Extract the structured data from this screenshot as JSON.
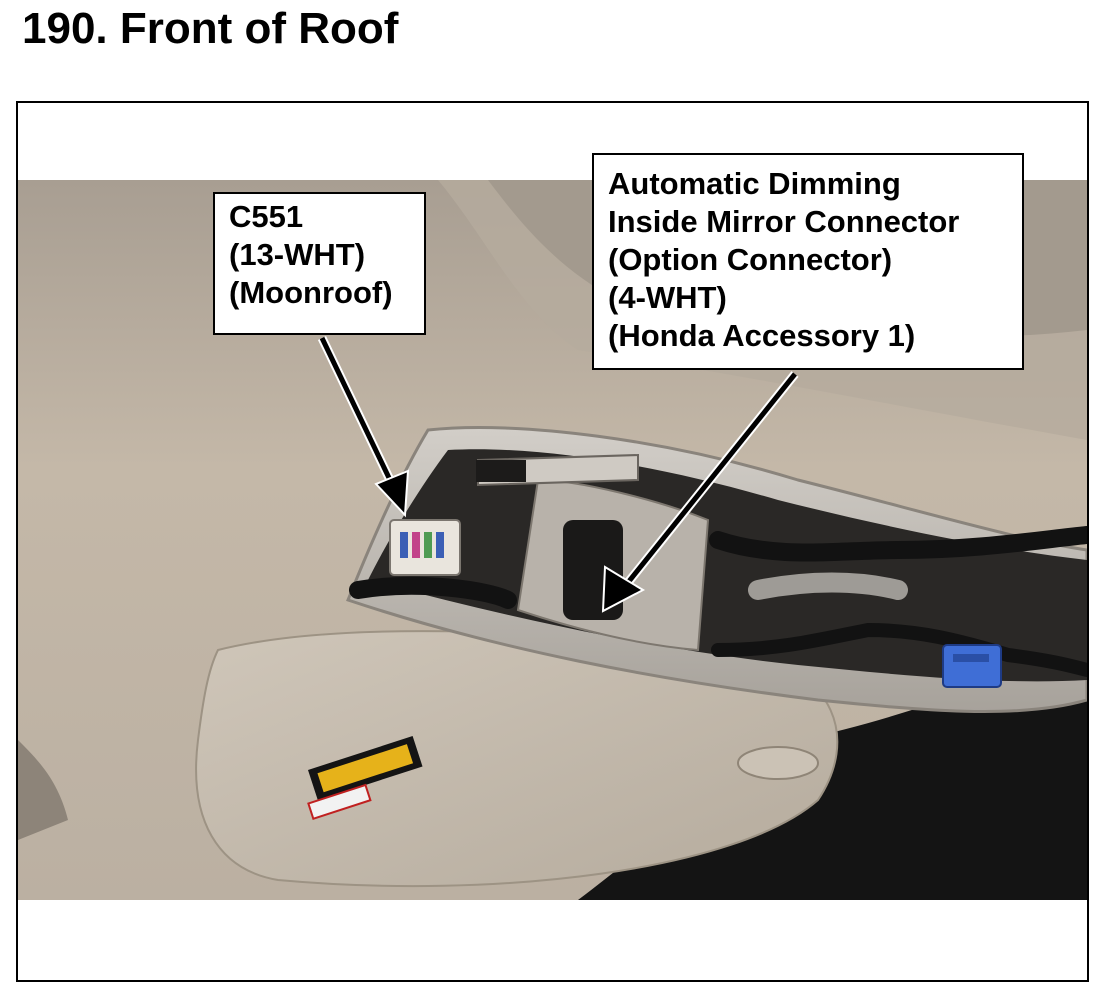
{
  "page": {
    "title": "190.  Front of Roof"
  },
  "callouts": {
    "c551": {
      "lines": [
        "C551",
        "(13-WHT)",
        "(Moonroof)"
      ]
    },
    "mirror_connector": {
      "lines": [
        "Automatic Dimming",
        "Inside Mirror Connector",
        "(Option Connector)",
        "(4-WHT)",
        "(Honda Accessory 1)"
      ]
    }
  },
  "photo": {
    "colors": {
      "headliner": "#c4b8a8",
      "plastic": "#b9b4ad",
      "harness": "#1a1a1a",
      "connector_blue": "#3f6ed6"
    }
  }
}
